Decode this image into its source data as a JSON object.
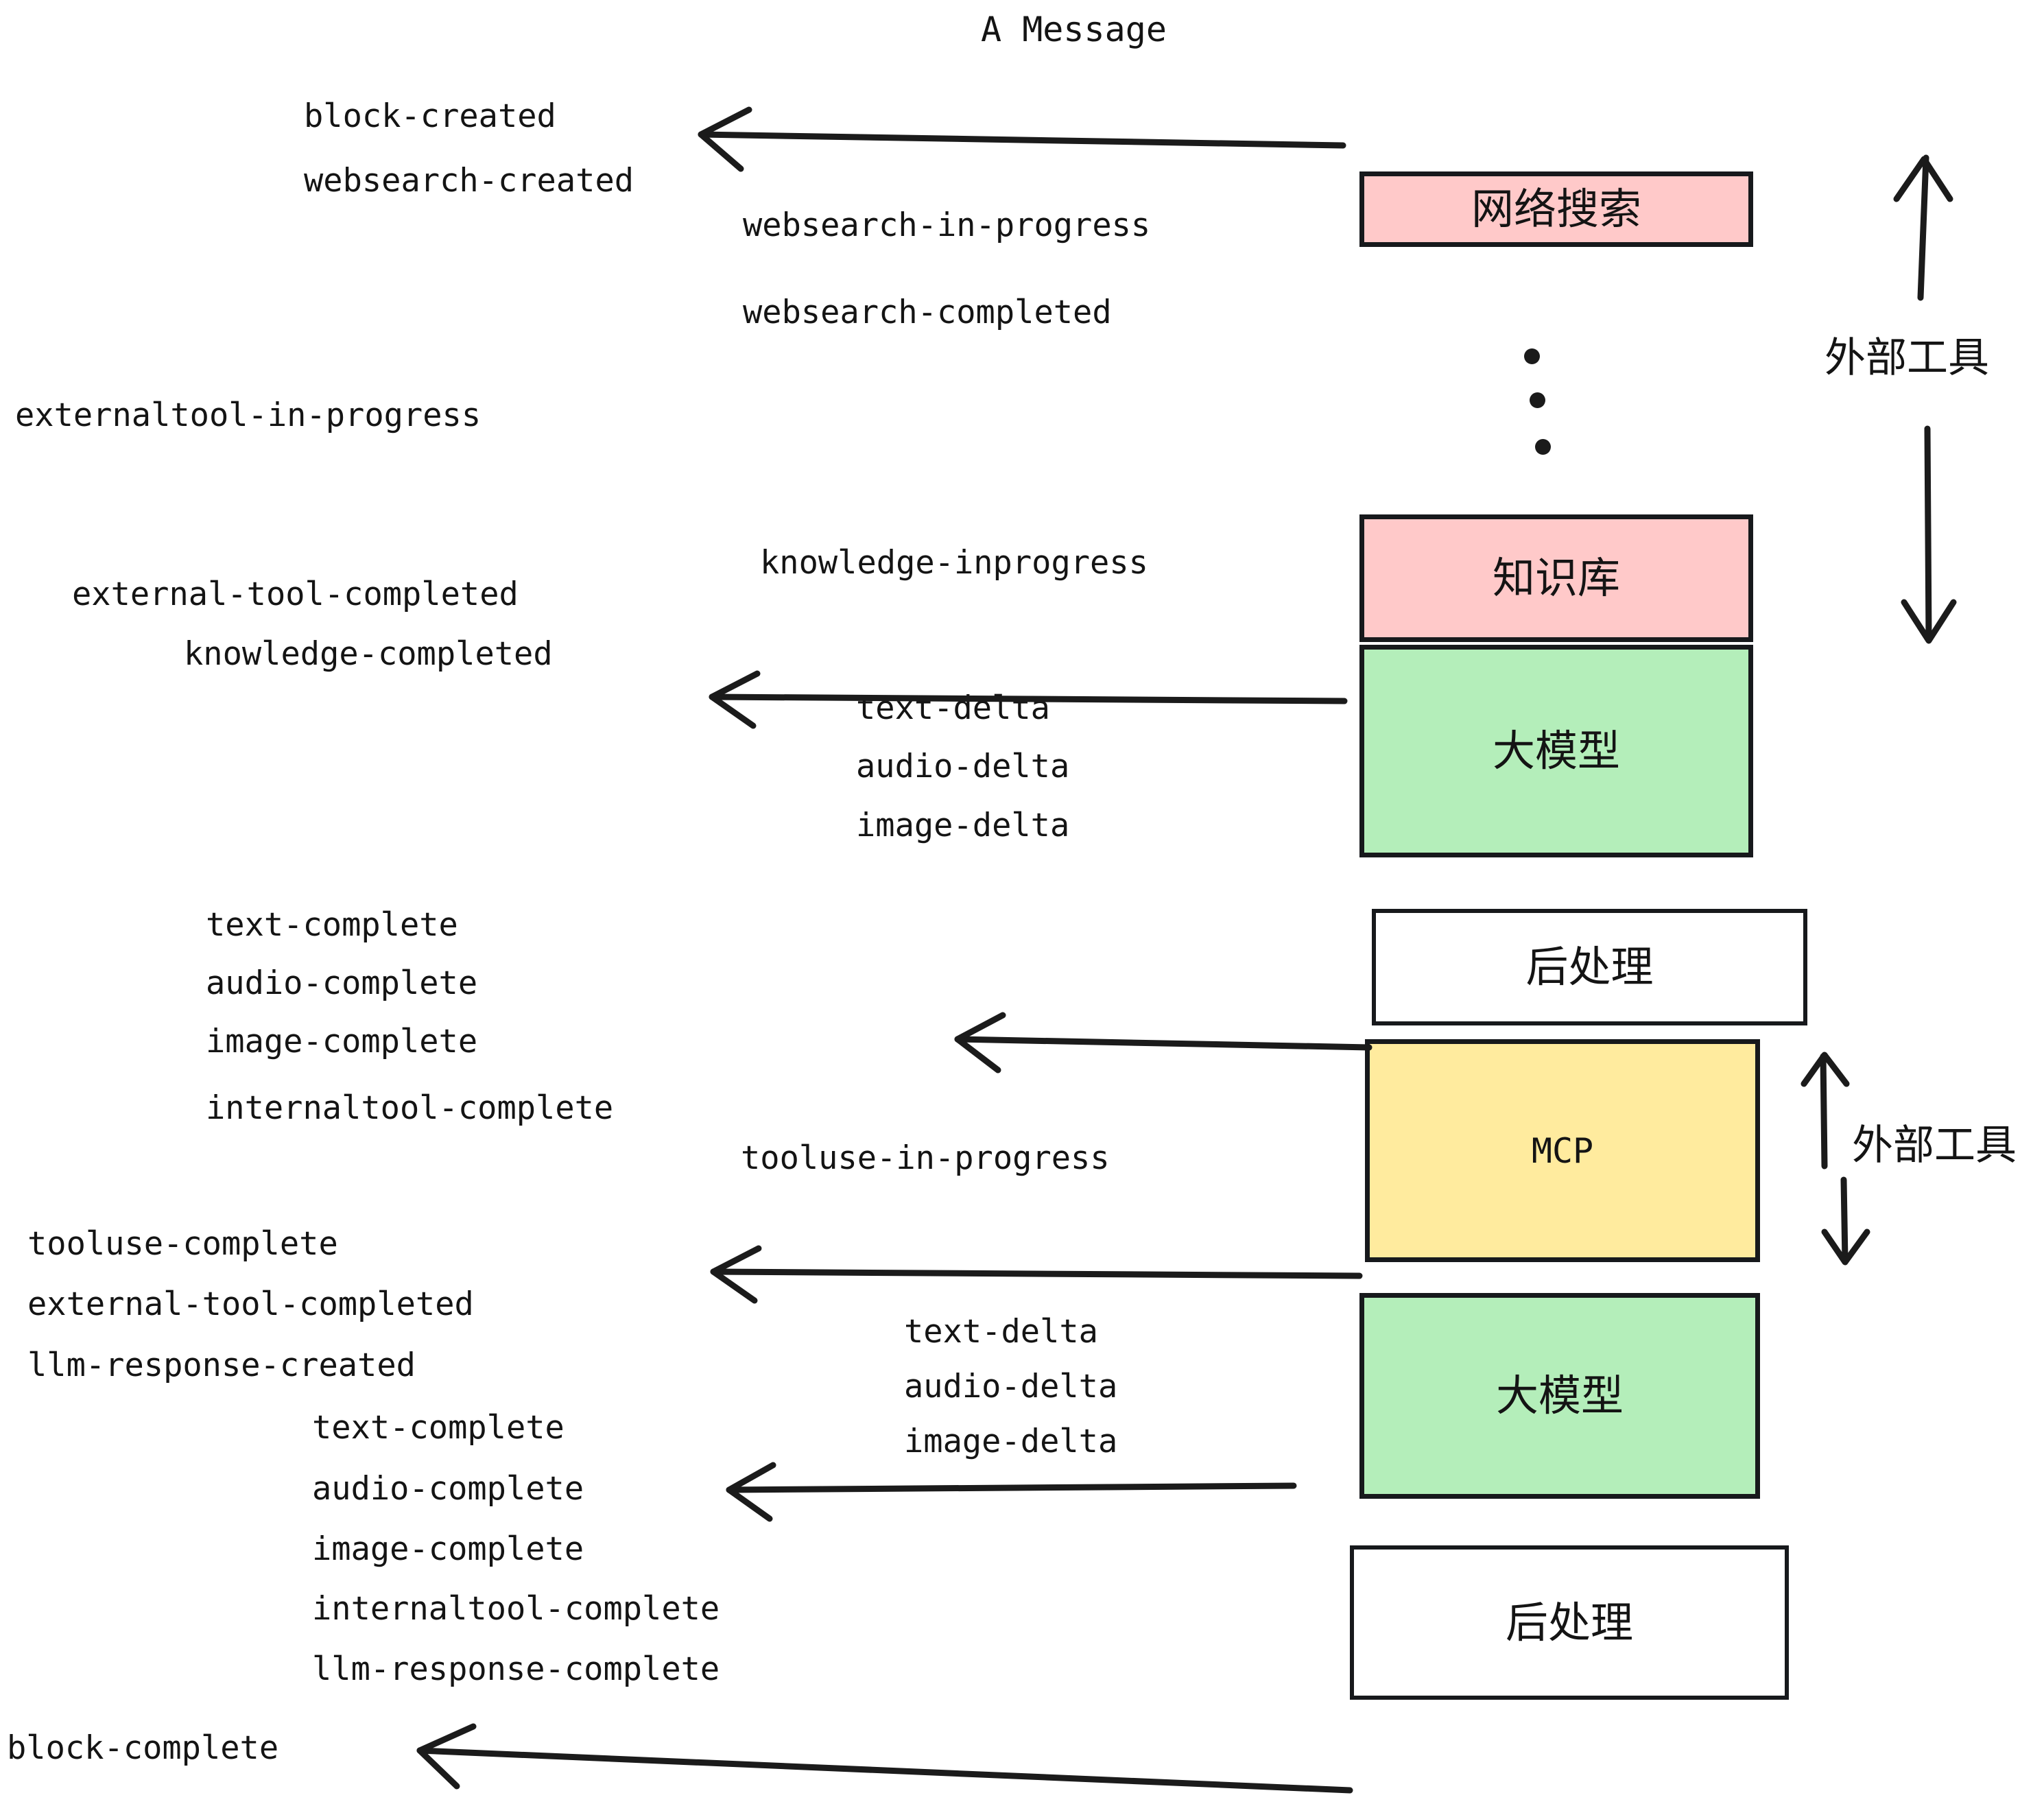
{
  "title": "A Message",
  "colors": {
    "pink": "#FFC9C9",
    "green": "#B4EEBA",
    "yellow": "#FFEB9E",
    "white": "#FFFFFF",
    "stroke": "#17191C",
    "text": "#141414"
  },
  "boxes": [
    {
      "id": "websearch",
      "label": "网络搜索",
      "fill": "#FFC9C9"
    },
    {
      "id": "knowledge",
      "label": "知识库",
      "fill": "#FFC9C9"
    },
    {
      "id": "llm-top",
      "label": "大模型",
      "fill": "#B4EEBA"
    },
    {
      "id": "post-top",
      "label": "后处理",
      "fill": "#FFFFFF"
    },
    {
      "id": "mcp",
      "label": "MCP",
      "fill": "#FFEB9E"
    },
    {
      "id": "llm-bottom",
      "label": "大模型",
      "fill": "#B4EEBA"
    },
    {
      "id": "post-bottom",
      "label": "后处理",
      "fill": "#FFFFFF"
    }
  ],
  "side_labels": [
    {
      "id": "external-tools-top",
      "label": "外部工具"
    },
    {
      "id": "external-tools-bottom",
      "label": "外部工具"
    }
  ],
  "events": [
    {
      "id": "block-created",
      "text": "block-created"
    },
    {
      "id": "websearch-created",
      "text": "websearch-created"
    },
    {
      "id": "websearch-in-progress",
      "text": "websearch-in-progress"
    },
    {
      "id": "websearch-completed",
      "text": "websearch-completed"
    },
    {
      "id": "externaltool-in-progress",
      "text": "externaltool-in-progress"
    },
    {
      "id": "knowledge-inprogress",
      "text": "knowledge-inprogress"
    },
    {
      "id": "external-tool-completed-1",
      "text": "external-tool-completed"
    },
    {
      "id": "knowledge-completed",
      "text": "knowledge-completed"
    },
    {
      "id": "text-delta-1",
      "text": "text-delta"
    },
    {
      "id": "audio-delta-1",
      "text": "audio-delta"
    },
    {
      "id": "image-delta-1",
      "text": "image-delta"
    },
    {
      "id": "text-complete-1",
      "text": "text-complete"
    },
    {
      "id": "audio-complete-1",
      "text": "audio-complete"
    },
    {
      "id": "image-complete-1",
      "text": "image-complete"
    },
    {
      "id": "internaltool-complete-1",
      "text": "internaltool-complete"
    },
    {
      "id": "tooluse-in-progress",
      "text": "tooluse-in-progress"
    },
    {
      "id": "tooluse-complete",
      "text": "tooluse-complete"
    },
    {
      "id": "external-tool-completed-2",
      "text": "external-tool-completed"
    },
    {
      "id": "llm-response-created",
      "text": "llm-response-created"
    },
    {
      "id": "text-delta-2",
      "text": "text-delta"
    },
    {
      "id": "audio-delta-2",
      "text": "audio-delta"
    },
    {
      "id": "image-delta-2",
      "text": "image-delta"
    },
    {
      "id": "text-complete-2",
      "text": "text-complete"
    },
    {
      "id": "audio-complete-2",
      "text": "audio-complete"
    },
    {
      "id": "image-complete-2",
      "text": "image-complete"
    },
    {
      "id": "internaltool-complete-2",
      "text": "internaltool-complete"
    },
    {
      "id": "llm-response-complete",
      "text": "llm-response-complete"
    },
    {
      "id": "block-complete",
      "text": "block-complete"
    }
  ],
  "ellipsis": {
    "id": "vertical-ellipsis",
    "count": 3
  }
}
